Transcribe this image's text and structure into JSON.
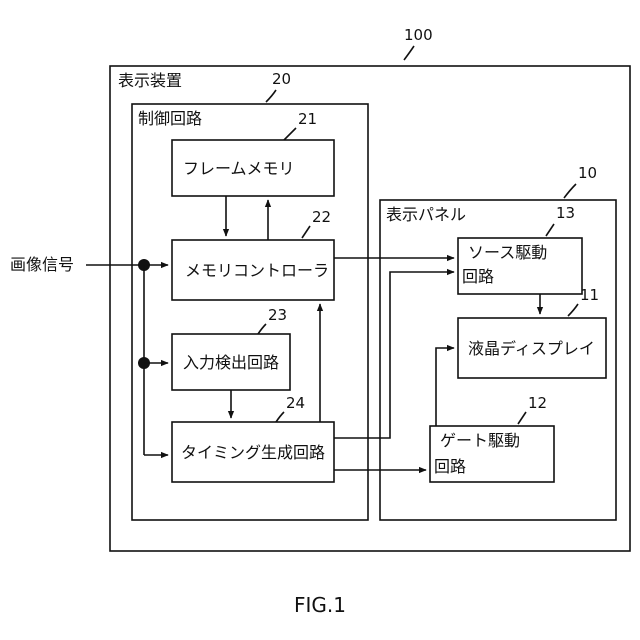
{
  "figure_caption": "FIG.1",
  "input_signal": "画像信号",
  "display_device": {
    "label": "表示装置",
    "ref": "100"
  },
  "control_circuit": {
    "label": "制御回路",
    "ref": "20"
  },
  "frame_memory": {
    "label": "フレームメモリ",
    "ref": "21"
  },
  "memory_controller": {
    "label": "メモリコントローラ",
    "ref": "22"
  },
  "input_detection": {
    "label": "入力検出回路",
    "ref": "23"
  },
  "timing_generator": {
    "label": "タイミング生成回路",
    "ref": "24"
  },
  "display_panel": {
    "label": "表示パネル",
    "ref": "10"
  },
  "source_driver": {
    "label_line1": "ソース駆動",
    "label_line2": "回路",
    "ref": "13"
  },
  "lcd": {
    "label": "液晶ディスプレイ",
    "ref": "11"
  },
  "gate_driver": {
    "label_line1": "ゲート駆動",
    "label_line2": "回路",
    "ref": "12"
  }
}
